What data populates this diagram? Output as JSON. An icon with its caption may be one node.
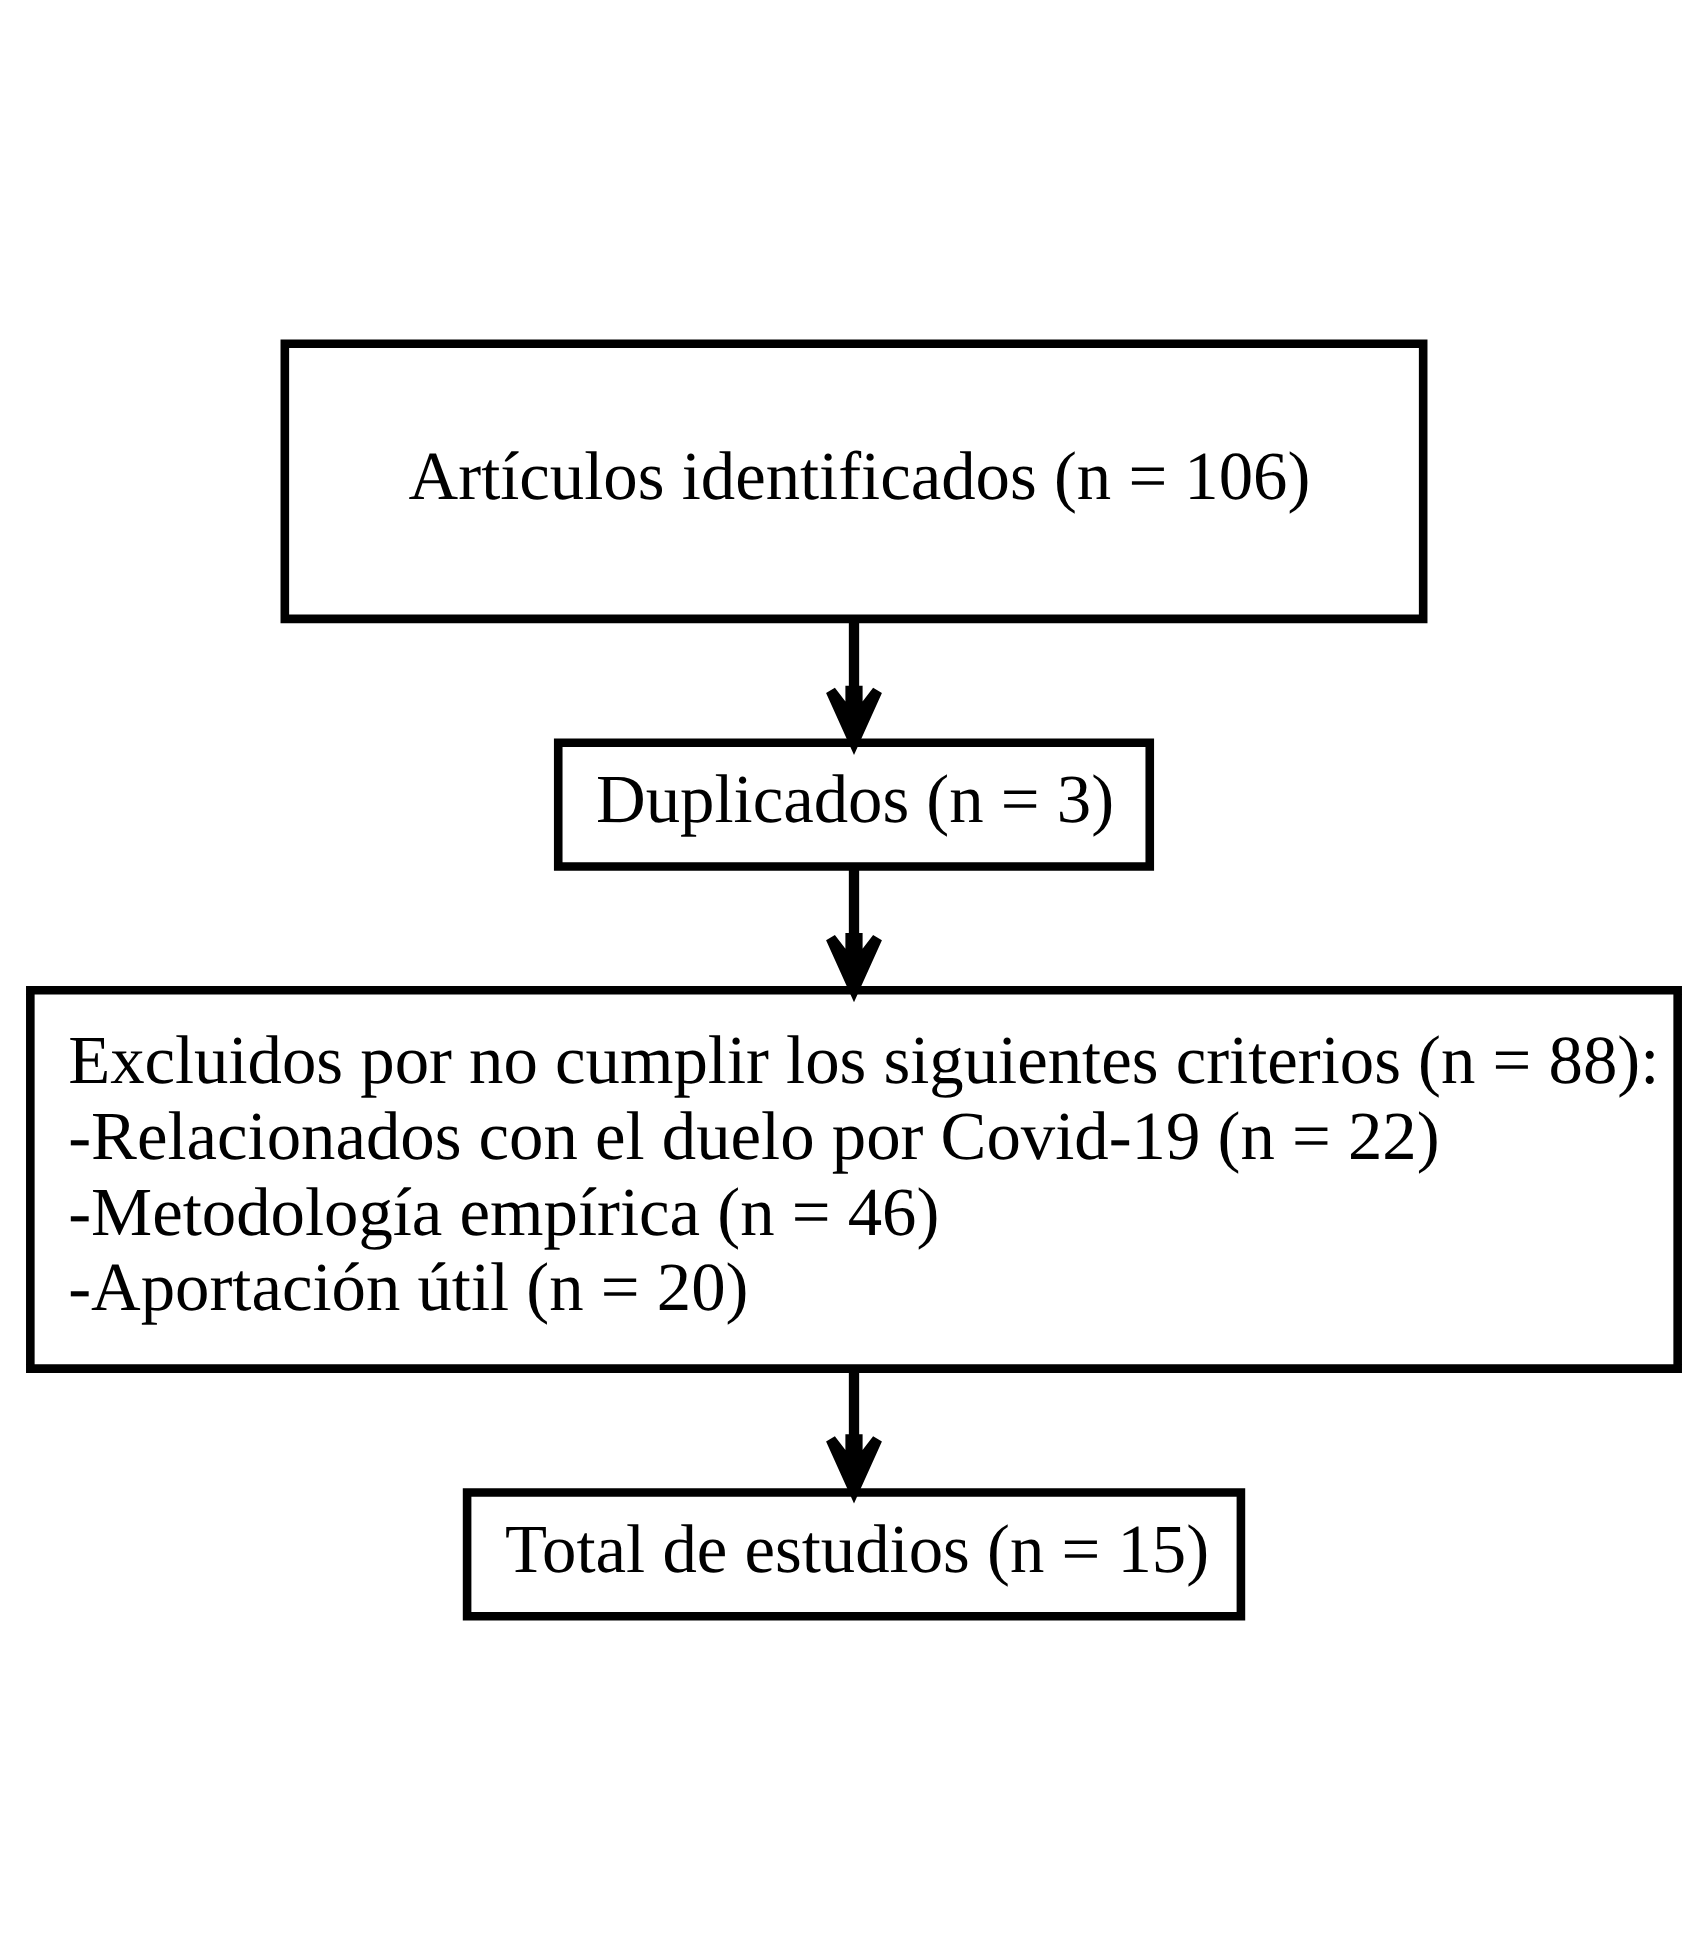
{
  "diagram": {
    "nodes": [
      {
        "text": [
          "Artículos identificados (n = 106)"
        ]
      },
      {
        "text": [
          "Duplicados (n = 3)"
        ]
      },
      {
        "text": [
          "Excluidos por no cumplir los siguientes criterios (n = 88):",
          "-Relacionados con el duelo por Covid-19 (n = 22)",
          "-Metodología empírica (n = 46)",
          "-Aportación útil (n = 20)"
        ]
      },
      {
        "text": [
          "Total de estudios (n = 15)"
        ]
      }
    ],
    "edges": [
      {
        "from": 0,
        "to": 1,
        "arrow": "to"
      },
      {
        "from": 1,
        "to": 2,
        "arrow": "to"
      },
      {
        "from": 2,
        "to": 3,
        "arrow": "to"
      }
    ]
  }
}
